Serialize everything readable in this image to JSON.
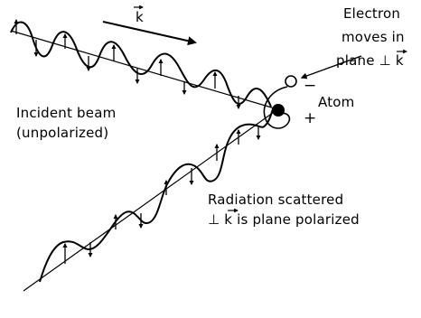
{
  "labels": {
    "k_vector": "k",
    "electron_line1": "Electron",
    "electron_line2": "moves in",
    "electron_line3": "plane ⊥ k",
    "atom": "Atom",
    "minus": "−",
    "plus": "+",
    "incident_line1": "Incident beam",
    "incident_line2": "(unpolarized)",
    "scattered_line1": "Radiation scattered",
    "scattered_line2": "⊥ k is plane polarized"
  }
}
